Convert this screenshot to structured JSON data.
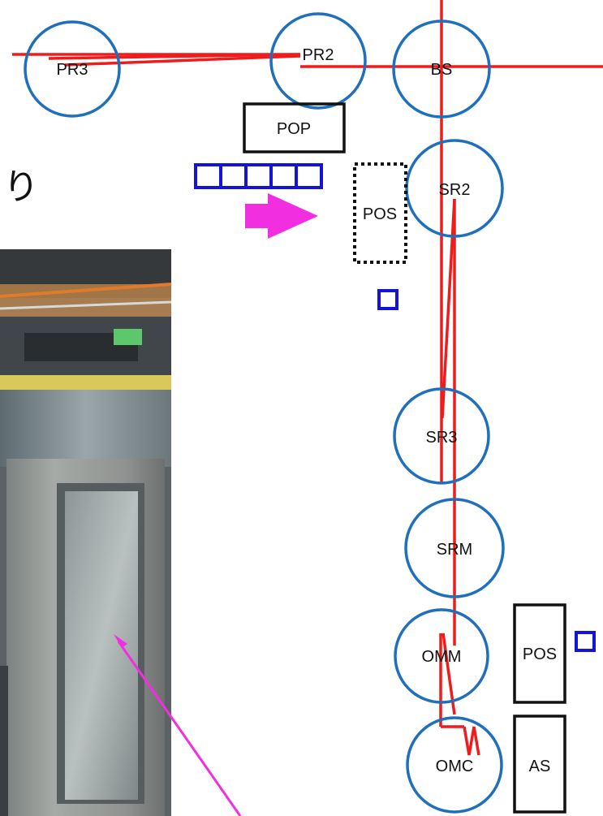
{
  "optics": {
    "mirrors": [
      {
        "id": "pr3",
        "label": "PR3"
      },
      {
        "id": "pr2",
        "label": "PR2"
      },
      {
        "id": "bs",
        "label": "BS"
      },
      {
        "id": "sr2",
        "label": "SR2"
      },
      {
        "id": "sr3",
        "label": "SR3"
      },
      {
        "id": "srm",
        "label": "SRM"
      },
      {
        "id": "omm",
        "label": "OMM"
      },
      {
        "id": "omc",
        "label": "OMC"
      }
    ],
    "tables": [
      {
        "id": "pop",
        "label": "POP",
        "style": "solid"
      },
      {
        "id": "pos-dotted",
        "label": "POS",
        "style": "dotted"
      },
      {
        "id": "pos",
        "label": "POS",
        "style": "solid"
      },
      {
        "id": "as",
        "label": "AS",
        "style": "solid"
      }
    ]
  },
  "handwriting": {
    "text": "り"
  },
  "colors": {
    "mirror_ring": "#1f6fbd",
    "beam": "#ee1c1c",
    "arrow": "#f12ee0",
    "blue_box": "#1414d8",
    "table_border": "#111111"
  }
}
